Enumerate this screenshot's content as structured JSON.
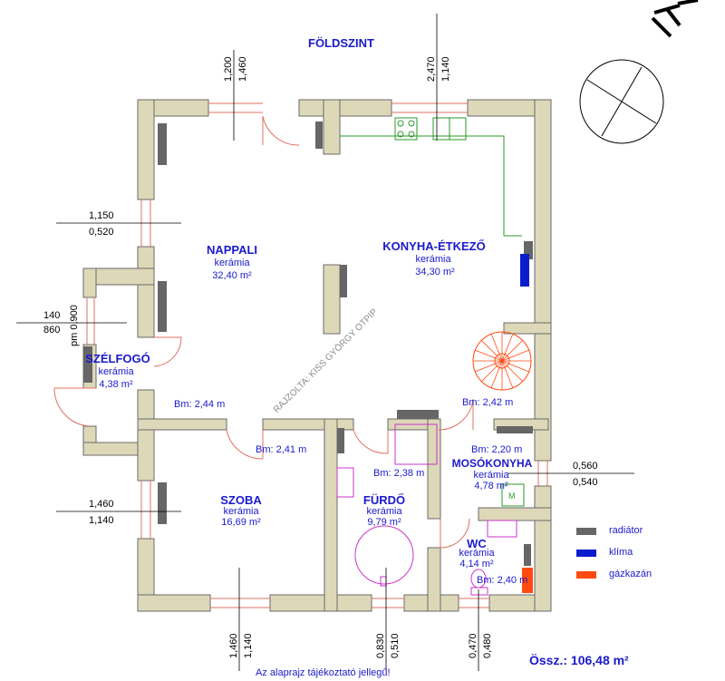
{
  "title": "FÖLDSZINT",
  "rooms": {
    "nappali": {
      "name": "NAPPALI",
      "floor": "kerámia",
      "area": "32,40 m²"
    },
    "konyha": {
      "name": "KONYHA-ÉTKEZŐ",
      "floor": "kerámia",
      "area": "34,30 m²"
    },
    "szelfogo": {
      "name": "SZÉLFOGÓ",
      "floor": "kerámia",
      "area": "4,38 m²"
    },
    "szoba": {
      "name": "SZOBA",
      "floor": "kerámia",
      "area": "16,69 m²"
    },
    "furdo": {
      "name": "FÜRDŐ",
      "floor": "kerámia",
      "area": "9,79 m²"
    },
    "mosokonyha": {
      "name": "MOSÓKONYHA",
      "floor": "kerámia",
      "area": "4,78 m²"
    },
    "wc": {
      "name": "WC",
      "floor": "kerámia",
      "area": "4,14 m²"
    }
  },
  "bm_labels": {
    "bm1": "Bm: 2,44 m",
    "bm2": "Bm: 2,41 m",
    "bm3": "Bm: 2,38 m",
    "bm4": "Bm: 2,42 m",
    "bm5": "Bm: 2,20 m",
    "bm6": "Bm: 2,40 m"
  },
  "dimensions": {
    "top_left_a": "1,200",
    "top_left_b": "1,460",
    "top_right_a": "2,470",
    "top_right_b": "1,140",
    "left1_a": "1,150",
    "left1_b": "0,520",
    "left2_a": "140",
    "left2_b": "860",
    "left2_c": "pm 0,900",
    "left3_a": "1,460",
    "left3_b": "1,140",
    "right_a": "0,560",
    "right_b": "0,540",
    "bottom1_a": "1,460",
    "bottom1_b": "1,140",
    "bottom2_a": "0,830",
    "bottom2_b": "0,510",
    "bottom3_a": "0,470",
    "bottom3_b": "0,480"
  },
  "legend": [
    {
      "label": "radiátor",
      "color": "#666666"
    },
    {
      "label": "klíma",
      "color": "#0a1ccc"
    },
    {
      "label": "gázkazán",
      "color": "#ff4a12"
    }
  ],
  "watermark": "RAJZOLTA: KISS GYÖRGY OTPIP",
  "total": "Össz.: 106,48 m²",
  "note": "Az alaprajz tájékoztató jellegű!"
}
